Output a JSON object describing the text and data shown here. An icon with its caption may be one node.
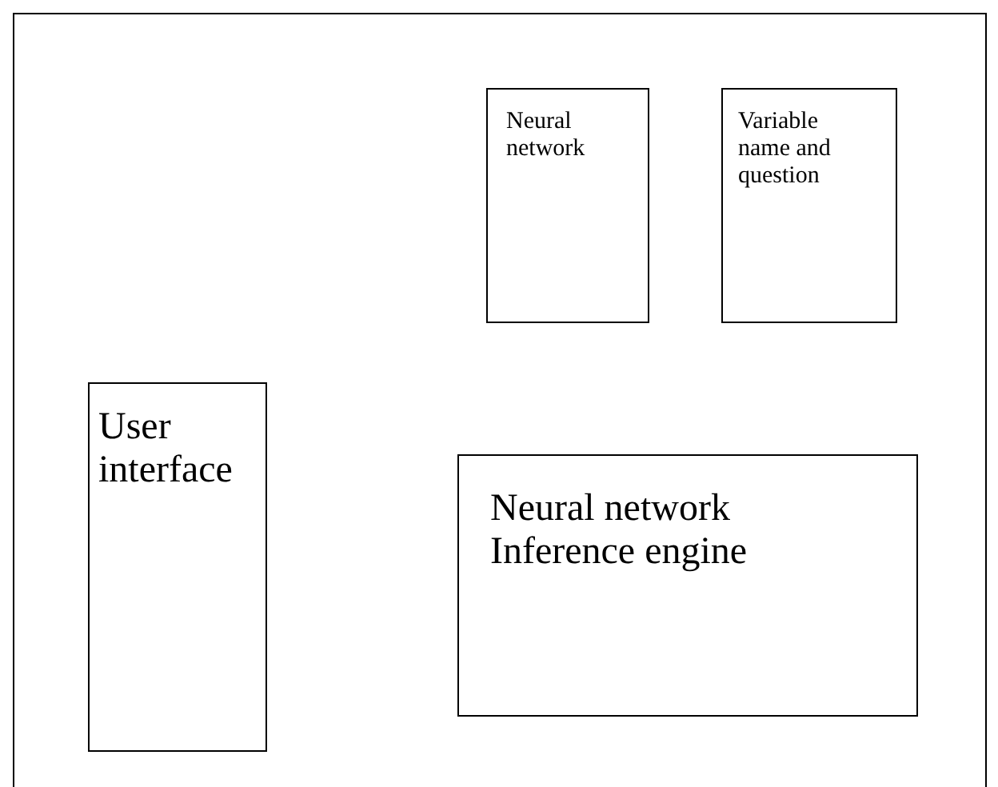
{
  "diagram": {
    "nodes": [
      {
        "text": [],
        "shape": "box"
      },
      {
        "text": [
          "Neural network"
        ],
        "in": 0
      },
      {
        "text": [
          "Variable name and question"
        ],
        "in": 0
      },
      {
        "text": [
          "User interface"
        ],
        "in": 0
      },
      {
        "text": [
          "Neural network Inference engine"
        ],
        "in": 0
      }
    ]
  }
}
